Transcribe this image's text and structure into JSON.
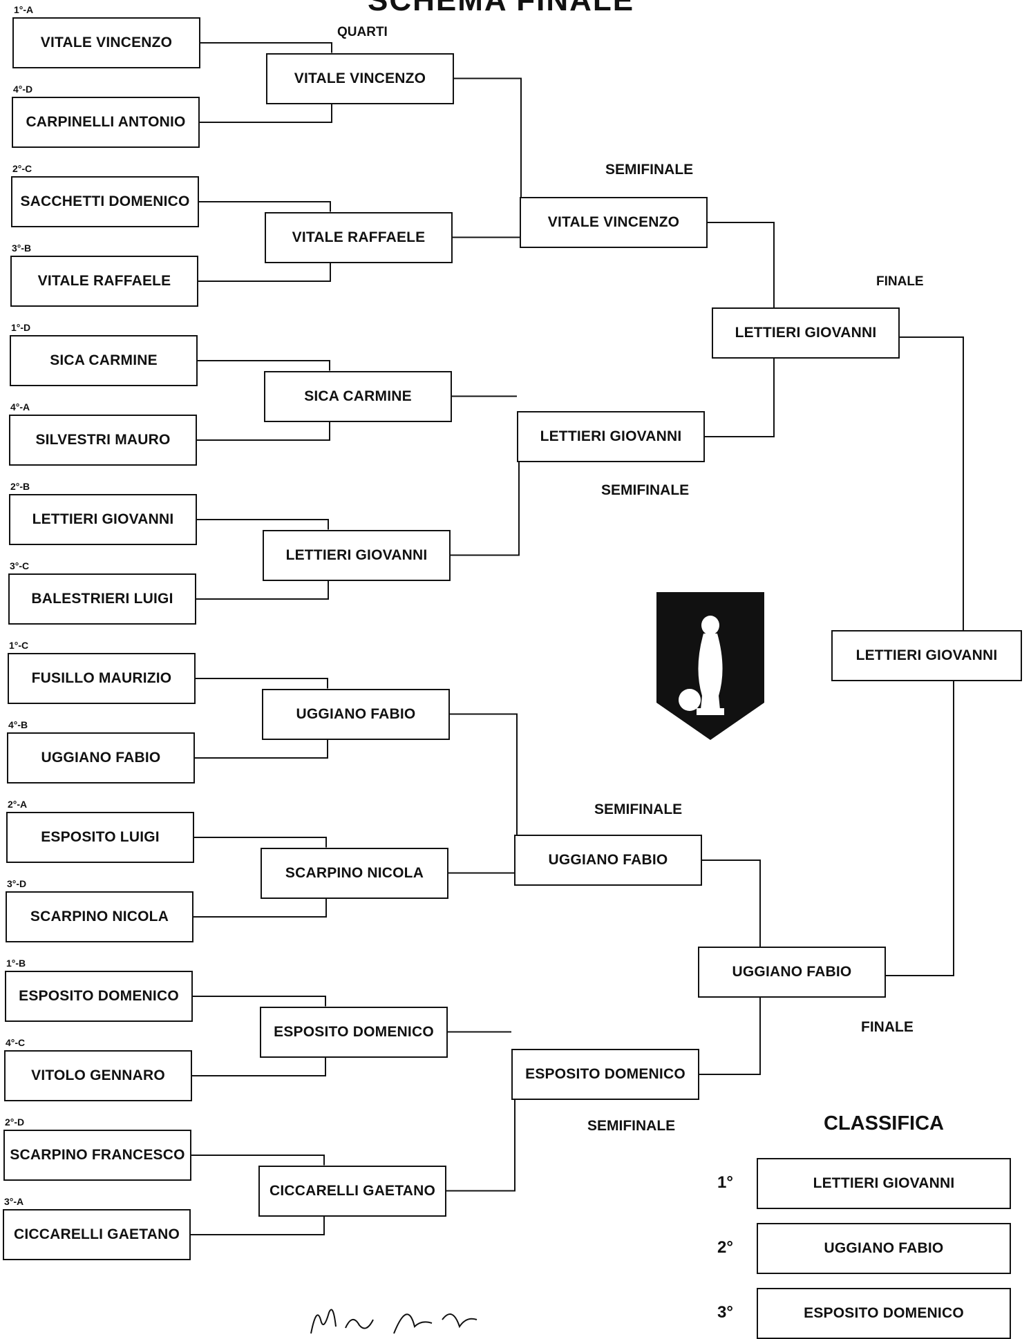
{
  "title": "SCHEMA FINALE",
  "round_labels": {
    "quarti": "QUARTI",
    "semifinale": "SEMIFINALE",
    "finale": "FINALE"
  },
  "players": [
    {
      "seed": "1°-A",
      "name": "VITALE VINCENZO"
    },
    {
      "seed": "4°-D",
      "name": "CARPINELLI ANTONIO"
    },
    {
      "seed": "2°-C",
      "name": "SACCHETTI DOMENICO"
    },
    {
      "seed": "3°-B",
      "name": "VITALE RAFFAELE"
    },
    {
      "seed": "1°-D",
      "name": "SICA CARMINE"
    },
    {
      "seed": "4°-A",
      "name": "SILVESTRI MAURO"
    },
    {
      "seed": "2°-B",
      "name": "LETTIERI GIOVANNI"
    },
    {
      "seed": "3°-C",
      "name": "BALESTRIERI LUIGI"
    },
    {
      "seed": "1°-C",
      "name": "FUSILLO MAURIZIO"
    },
    {
      "seed": "4°-B",
      "name": "UGGIANO FABIO"
    },
    {
      "seed": "2°-A",
      "name": "ESPOSITO LUIGI"
    },
    {
      "seed": "3°-D",
      "name": "SCARPINO NICOLA"
    },
    {
      "seed": "1°-B",
      "name": "ESPOSITO DOMENICO"
    },
    {
      "seed": "4°-C",
      "name": "VITOLO GENNARO"
    },
    {
      "seed": "2°-D",
      "name": "SCARPINO FRANCESCO"
    },
    {
      "seed": "3°-A",
      "name": "CICCARELLI GAETANO"
    }
  ],
  "quarti": [
    "VITALE VINCENZO",
    "VITALE RAFFAELE",
    "SICA CARMINE",
    "LETTIERI GIOVANNI",
    "UGGIANO FABIO",
    "SCARPINO NICOLA",
    "ESPOSITO DOMENICO",
    "CICCARELLI GAETANO"
  ],
  "semifinale": [
    "VITALE VINCENZO",
    "LETTIERI GIOVANNI",
    "UGGIANO FABIO",
    "ESPOSITO DOMENICO"
  ],
  "finale": [
    "LETTIERI GIOVANNI",
    "UGGIANO FABIO"
  ],
  "winner": "LETTIERI GIOVANNI",
  "classifica": {
    "title": "CLASSIFICA",
    "rows": [
      {
        "rank": "1°",
        "name": "LETTIERI GIOVANNI"
      },
      {
        "rank": "2°",
        "name": "UGGIANO FABIO"
      },
      {
        "rank": "3°",
        "name": "ESPOSITO DOMENICO"
      }
    ]
  },
  "colors": {
    "ink": "#111111",
    "paper": "#ffffff"
  },
  "emblem_icon": "trophy-shield-icon"
}
